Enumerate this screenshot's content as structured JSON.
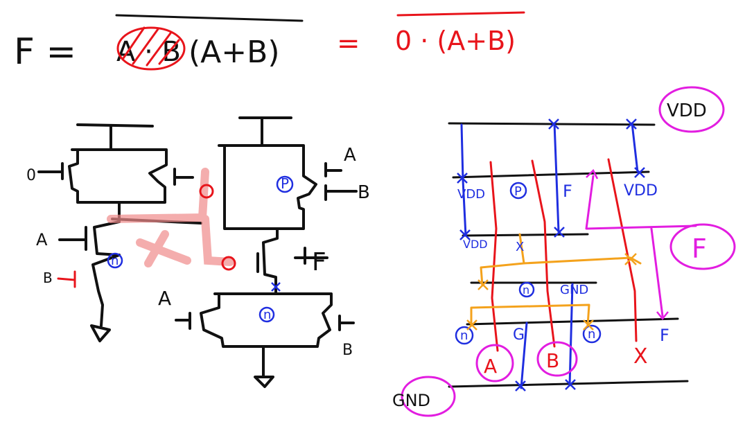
{
  "equation": {
    "lhs": "F =",
    "term1": "A · B",
    "term2": "(A+B)",
    "equals": "=",
    "rhs": "0 · (A+B)"
  },
  "circuit": {
    "pmos_left_label": "0",
    "pmos_right_label": "A",
    "pmos_mid_label": "B",
    "node_p": "P",
    "node_n1": "n",
    "node_n2": "n",
    "nmos_top_input": "A",
    "nmos_bottom_input": "B",
    "output_label": "F",
    "nmos_pair_input_a": "A",
    "nmos_pair_input_b": "B"
  },
  "stick": {
    "vdd_label": "VDD",
    "vdd_rail_mid": "VDD",
    "vdd_small1": "VDD",
    "vdd_small2": "VDD",
    "p_label": "P",
    "f_label_top": "F",
    "f_label_right": "F",
    "f_label_bottom": "F",
    "x_label": "X",
    "n_label": "n",
    "gnd_label_mid": "GND",
    "n_label2": "n",
    "n_label3": "n",
    "a_label": "A",
    "b_label": "B",
    "x_label_red": "X",
    "gnd_label": "GND",
    "f_big": "F",
    "g_label": "G"
  },
  "colors": {
    "ink": "#111111",
    "red": "#e8141b",
    "blue": "#1f2ee0",
    "magenta": "#e21de0",
    "orange": "#f4a21c",
    "highlight": "#f08a8a"
  }
}
